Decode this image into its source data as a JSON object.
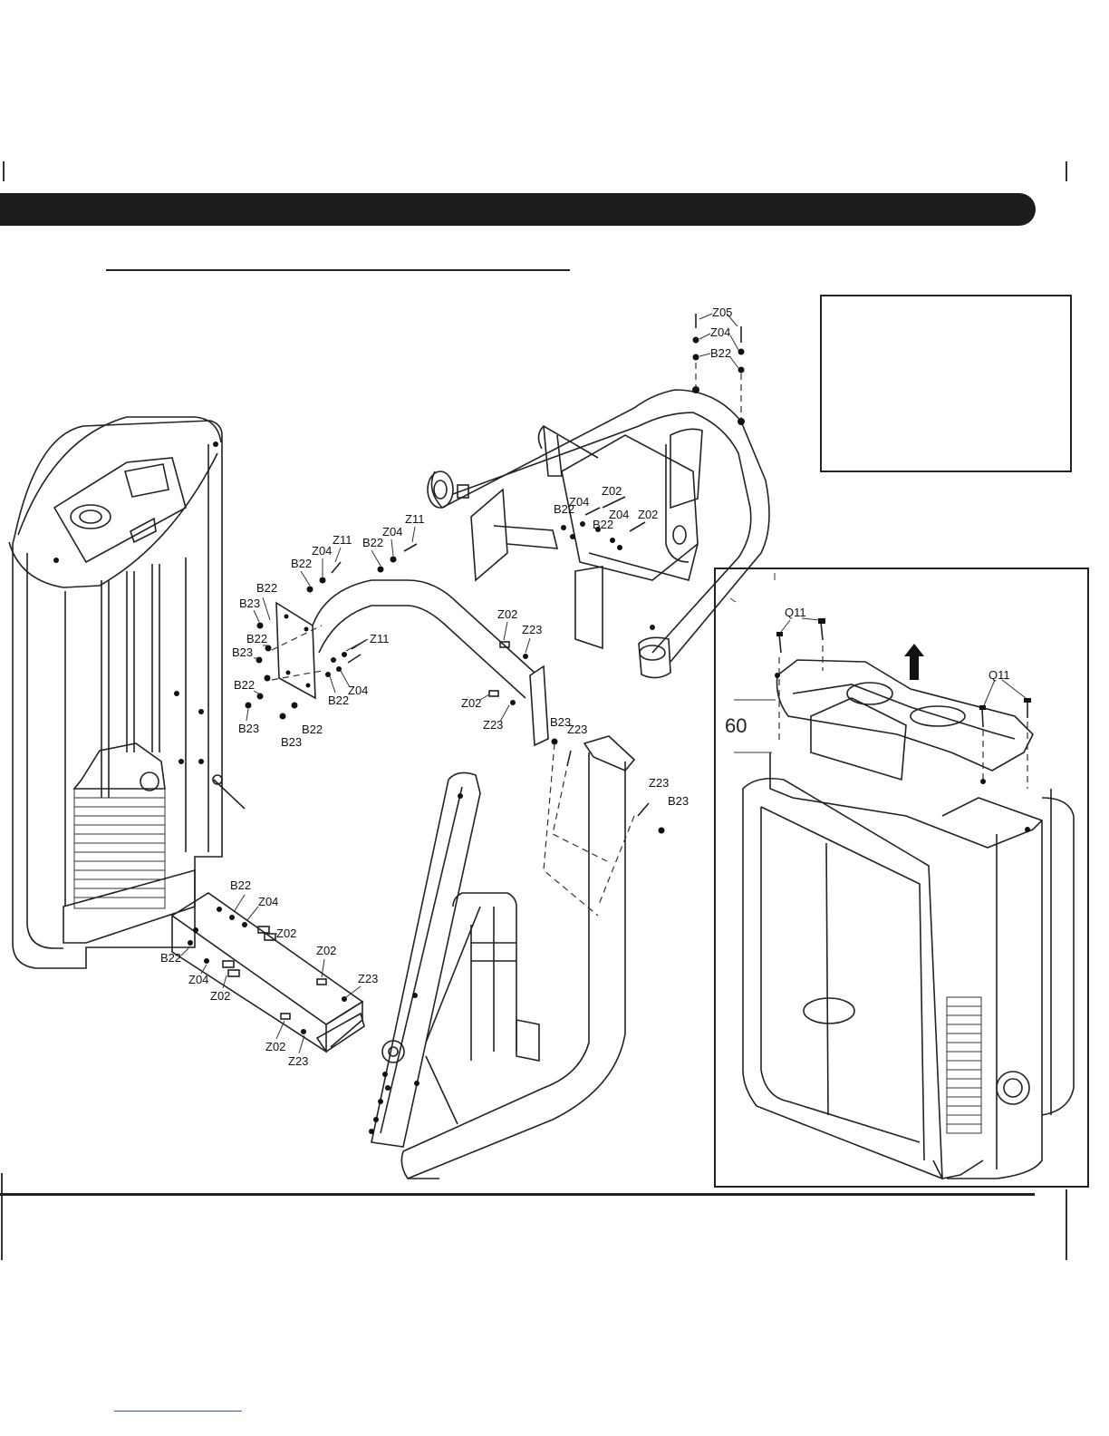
{
  "labels": {
    "z05_top": "Z05",
    "z04_top": "Z04",
    "b22_top": "B22",
    "z02_f1": "Z02",
    "b22_f1": "B22",
    "z04_f1": "Z04",
    "b22_f2": "B22",
    "z04_f2": "Z04",
    "z02_f2": "Z02",
    "z11_a": "Z11",
    "z04_a": "Z04",
    "b22_a": "B22",
    "z11_b": "Z11",
    "z04_b": "Z04",
    "b22_b": "B22",
    "b22_c": "B22",
    "b23_a": "B23",
    "b22_d": "B22",
    "b23_b": "B23",
    "z11_c": "Z11",
    "b22_e": "B22",
    "z04_c": "Z04",
    "b22_f": "B22",
    "b23_c": "B23",
    "b23_d": "B23",
    "b22_g": "B22",
    "z02_a": "Z02",
    "z23_a": "Z23",
    "z02_b": "Z02",
    "z23_b": "Z23",
    "b23_e": "B23",
    "z23_c": "Z23",
    "z23_d": "Z23",
    "b23_f": "B23",
    "b22_h": "B22",
    "z04_d": "Z04",
    "z02_c": "Z02",
    "b22_i": "B22",
    "z04_e": "Z04",
    "z02_d": "Z02",
    "z02_e": "Z02",
    "z23_e": "Z23",
    "z02_f": "Z02",
    "z23_f": "Z23",
    "q11_a": "Q11",
    "q11_b": "Q11",
    "dim_60": "60"
  },
  "colors": {
    "ink": "#222222",
    "header_bar": "#1c1c1c",
    "link_line": "#3355bb"
  },
  "icons": {
    "lift_arrow": "up-arrow-icon"
  }
}
